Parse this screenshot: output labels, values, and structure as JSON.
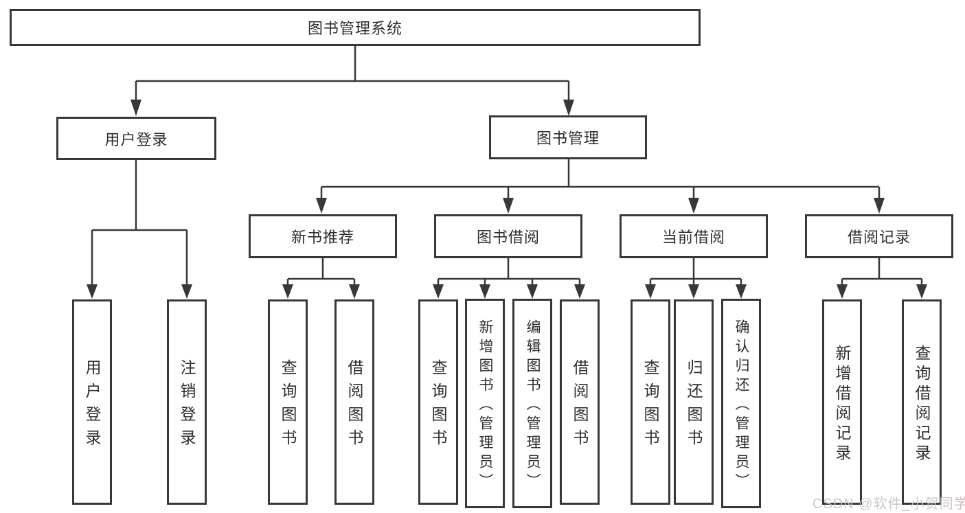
{
  "nodes": {
    "root": "图书管理系统",
    "l2": [
      "用户登录",
      "图书管理"
    ],
    "l3": [
      "新书推荐",
      "图书借阅",
      "当前借阅",
      "借阅记录"
    ],
    "leaf": [
      "用户登录",
      "注销登录",
      "查询图书",
      "借阅图书",
      "查询图书",
      "新增图书（管理员）",
      "编辑图书（管理员）",
      "借阅图书",
      "查询图书",
      "归还图书",
      "确认归还（管理员）",
      "新增借阅记录",
      "查询借阅记录"
    ]
  },
  "colors": {
    "line": "#383838",
    "text": "#2d2d2d",
    "background": "#ffffff",
    "watermark": "#c7c7c7",
    "watermark_accent": "#e0a8a4"
  },
  "watermark": {
    "text": "CSDN @软件_小贺同学"
  }
}
